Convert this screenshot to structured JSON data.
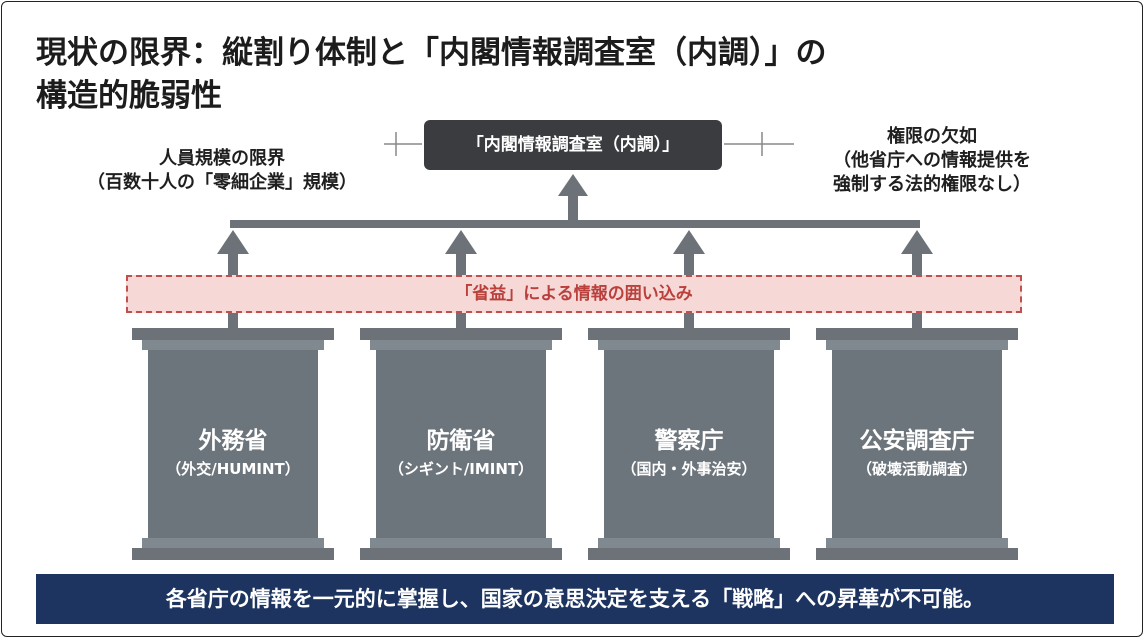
{
  "title": {
    "line1": "現状の限界：縦割り体制と「内閣情報調査室（内調）」の",
    "line2": "構造的脆弱性"
  },
  "top_box": {
    "label": "「内閣情報調査室（内調）」"
  },
  "left_note": {
    "line1": "人員規模の限界",
    "line2": "（百数十人の「零細企業」規模）"
  },
  "right_note": {
    "line1": "権限の欠如",
    "line2": "（他省庁への情報提供を",
    "line3": "強制する法的権限なし）"
  },
  "silo_band": {
    "label": "「省益」による情報の囲い込み"
  },
  "pillars": [
    {
      "name": "外務省",
      "sub": "（外交/HUMINT）"
    },
    {
      "name": "防衛省",
      "sub": "（シギント/IMINT）"
    },
    {
      "name": "警察庁",
      "sub": "（国内・外事治安）"
    },
    {
      "name": "公安調査庁",
      "sub": "（破壊活動調査）"
    }
  ],
  "banner": {
    "text": "各省庁の情報を一元的に掌握し、国家の意思決定を支える「戦略」への昇華が不可能。"
  },
  "colors": {
    "pillar": "#6d757c",
    "top_box": "#3a3c3f",
    "silo_band_border": "#c0504d",
    "silo_band_fill": "#f6d9d7",
    "banner": "#1d3461",
    "connector": "#6c7278"
  }
}
